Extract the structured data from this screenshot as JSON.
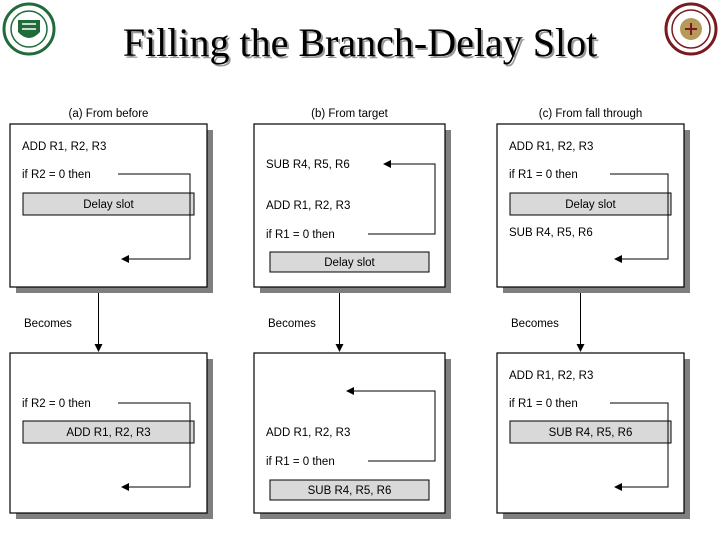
{
  "title": "Filling the Branch-Delay Slot",
  "columns": [
    {
      "header": "(a) From before",
      "before": {
        "lines": [
          "ADD R1, R2, R3",
          "if R2 = 0 then"
        ],
        "slot": "Delay slot"
      },
      "becomes": "Becomes",
      "after": {
        "lines": [
          "if R2 = 0 then"
        ],
        "slot": "ADD R1, R2, R3"
      }
    },
    {
      "header": "(b) From target",
      "before": {
        "lines": [
          "SUB R4, R5, R6",
          "ADD R1, R2, R3",
          "if R1 = 0 then"
        ],
        "slot": "Delay slot"
      },
      "becomes": "Becomes",
      "after": {
        "lines": [
          "ADD R1, R2, R3",
          "if R1 = 0 then"
        ],
        "slot": "SUB R4, R5, R6"
      }
    },
    {
      "header": "(c) From fall through",
      "before": {
        "lines": [
          "ADD R1, R2, R3",
          "if R1 = 0 then",
          "SUB R4, R5, R6"
        ],
        "slot": "Delay slot"
      },
      "becomes": "Becomes",
      "after": {
        "lines": [
          "ADD R1, R2, R3",
          "if R1 = 0 then"
        ],
        "slot": "SUB R4, R5, R6"
      }
    }
  ],
  "logos": {
    "left": {
      "icon": "university-seal-icon",
      "color": "#1f6b3a"
    },
    "right": {
      "icon": "university-seal-icon",
      "color": "#7a1a1f"
    }
  },
  "colors": {
    "shadow": "#7f7f7f",
    "slot_fill": "#d9d9d9",
    "stroke": "#000000"
  }
}
